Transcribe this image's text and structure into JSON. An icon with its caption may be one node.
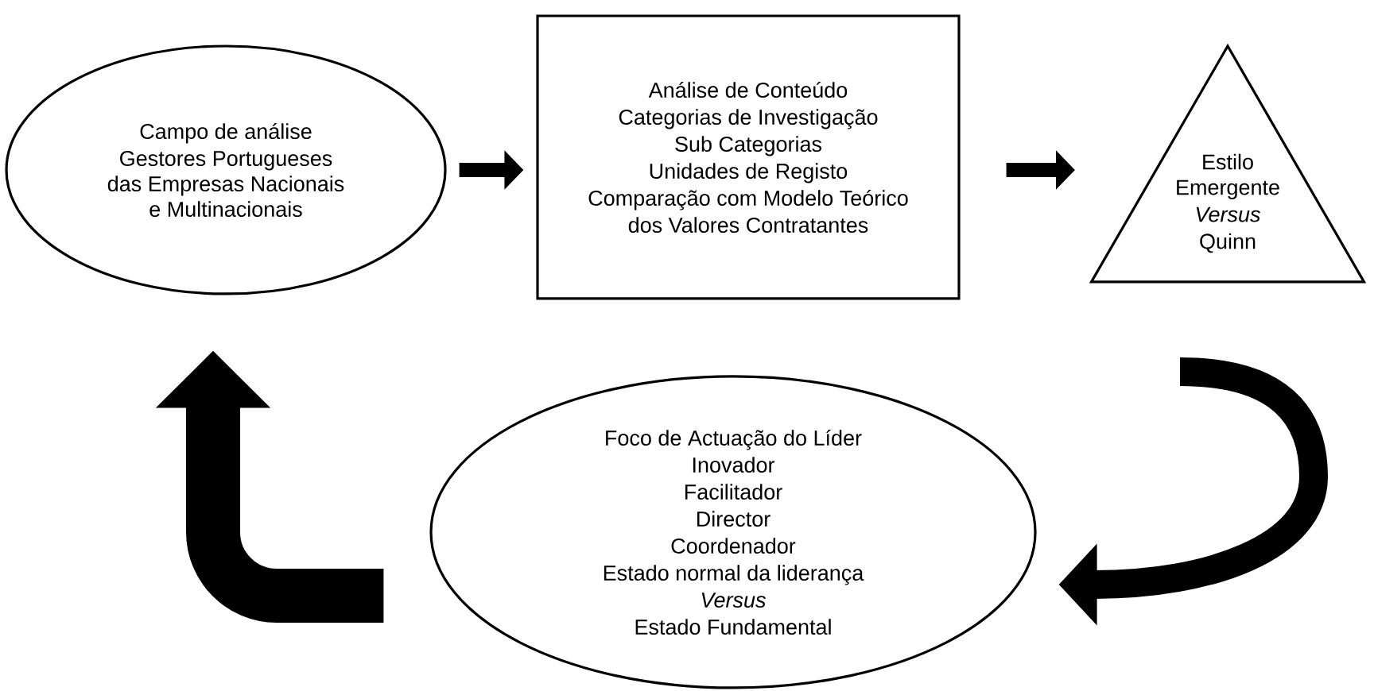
{
  "diagram": {
    "nodes": [
      {
        "text": [
          "Campo de análise",
          "Gestores Portugueses das Empresas Nacionais e Multinacionais"
        ]
      },
      {
        "text": [
          "Análise de Conteúdo",
          "Categorias de Investigação",
          "Sub Categorias",
          "Unidades de Registo",
          "Comparação com Modelo Teórico",
          "dos Valores Contratantes"
        ]
      },
      {
        "text": [
          "Estilo Emergente",
          "Versus",
          "Quinn"
        ]
      },
      {
        "text": [
          "Foco de Actuação do Líder",
          "Inovador",
          "Facilitador",
          "Director",
          "Coordenador",
          "Estado normal da liderança",
          "Versus",
          "Estado Fundamental"
        ]
      }
    ],
    "edges": [
      {
        "from": 0,
        "to": 1,
        "arrow": "to"
      },
      {
        "from": 1,
        "to": 2,
        "arrow": "to"
      },
      {
        "from": 2,
        "to": 3,
        "arrow": "to",
        "style": "thick"
      },
      {
        "from": 3,
        "to": 0,
        "arrow": "to",
        "style": "thick"
      }
    ]
  }
}
